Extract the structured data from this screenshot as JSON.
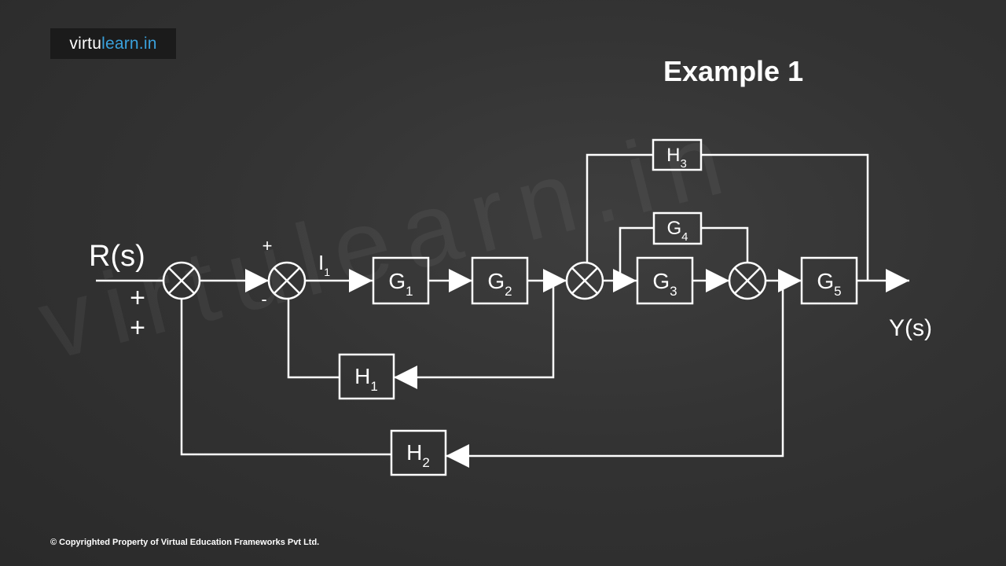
{
  "brand": {
    "part1": "virtu",
    "part2": "learn.in"
  },
  "title": "Example 1",
  "copyright": "© Copyrighted Property of Virtual Education Frameworks Pvt Ltd.",
  "watermark": "virtulearn.in",
  "signals": {
    "input": "R(s)",
    "output": "Y(s)",
    "intermediate_main": "I",
    "intermediate_sub": "1"
  },
  "signs": {
    "sj1_top": "+",
    "sj1_bottom": "+",
    "sj2_top": "+",
    "sj2_bottom": "-"
  },
  "blocks": {
    "G1": {
      "main": "G",
      "sub": "1"
    },
    "G2": {
      "main": "G",
      "sub": "2"
    },
    "G3": {
      "main": "G",
      "sub": "3"
    },
    "G4": {
      "main": "G",
      "sub": "4"
    },
    "G5": {
      "main": "G",
      "sub": "5"
    },
    "H1": {
      "main": "H",
      "sub": "1"
    },
    "H2": {
      "main": "H",
      "sub": "2"
    },
    "H3": {
      "main": "H",
      "sub": "3"
    }
  }
}
